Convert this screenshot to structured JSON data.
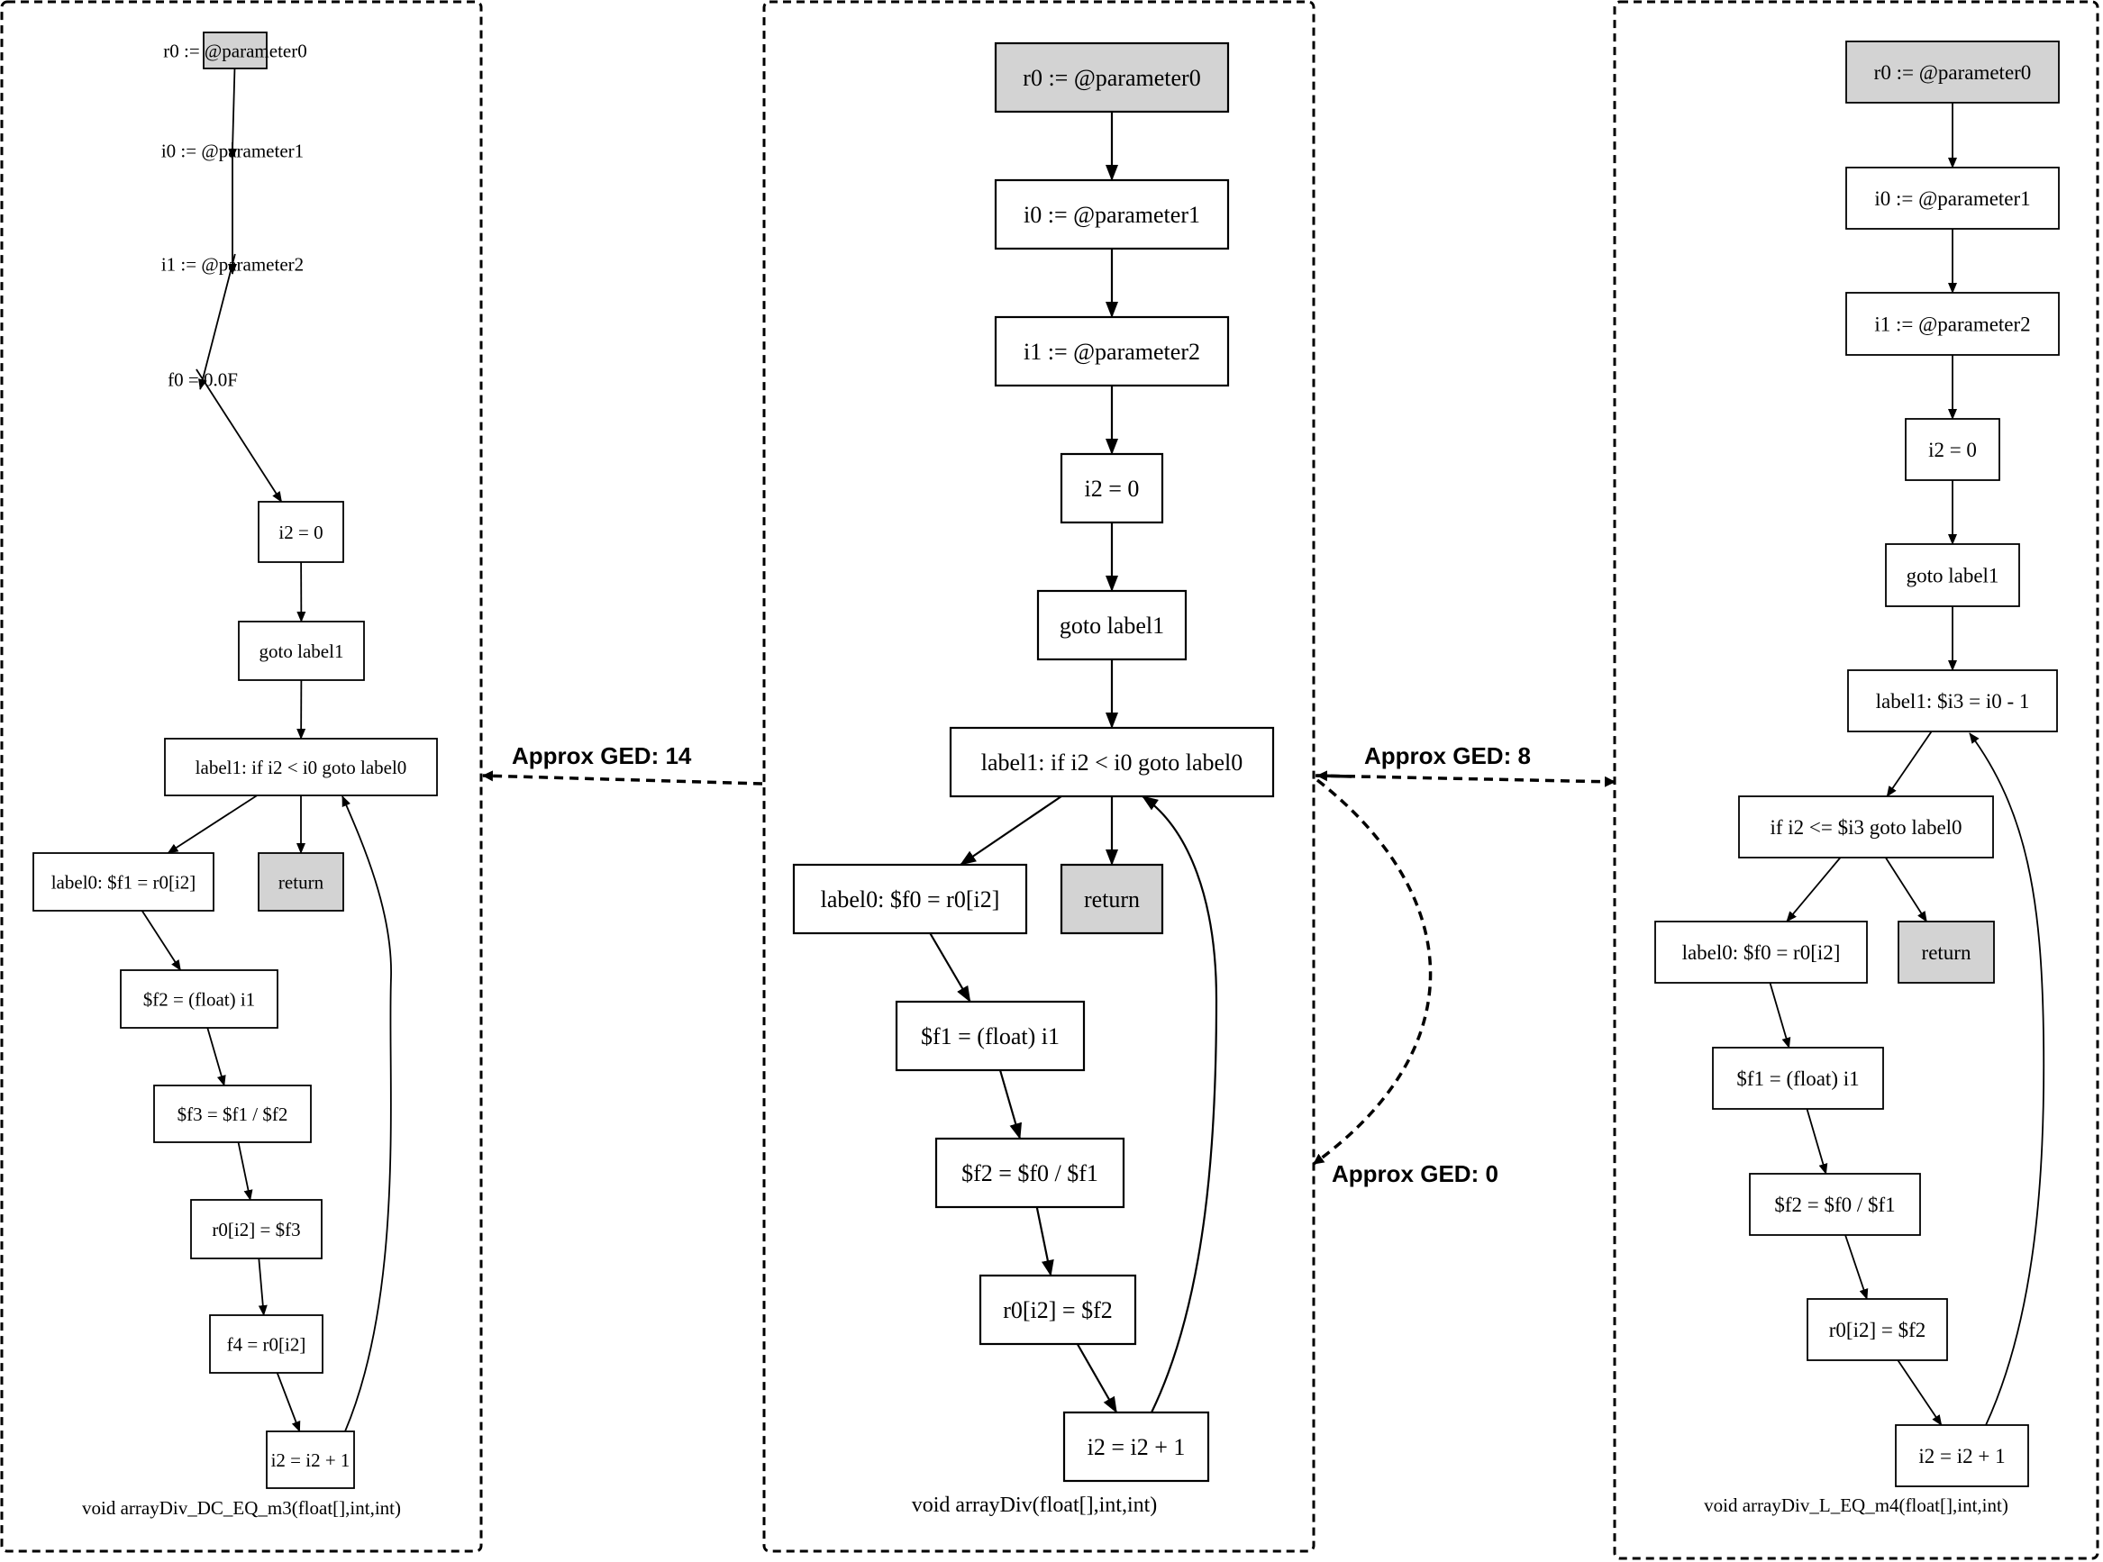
{
  "graphs": [
    {
      "id": "left",
      "caption": "void arrayDiv_DC_EQ_m3(float[],int,int)",
      "nodes": [
        {
          "id": "n0",
          "label": "r0 := @parameter0",
          "shaded": true
        },
        {
          "id": "n1",
          "label": "i0 := @parameter1",
          "shaded": false
        },
        {
          "id": "n2",
          "label": "i1 := @parameter2",
          "shaded": false
        },
        {
          "id": "n3",
          "label": "f0 = 0.0F",
          "shaded": false
        },
        {
          "id": "n4",
          "label": "i2 = 0",
          "shaded": false
        },
        {
          "id": "n5",
          "label": "goto label1",
          "shaded": false
        },
        {
          "id": "n6",
          "label": "label1: if i2 < i0 goto label0",
          "shaded": false
        },
        {
          "id": "n7",
          "label": "label0: $f1 = r0[i2]",
          "shaded": false
        },
        {
          "id": "n8",
          "label": "return",
          "shaded": true
        },
        {
          "id": "n9",
          "label": "$f2 = (float) i1",
          "shaded": false
        },
        {
          "id": "n10",
          "label": "$f3 = $f1 / $f2",
          "shaded": false
        },
        {
          "id": "n11",
          "label": "r0[i2] = $f3",
          "shaded": false
        },
        {
          "id": "n12",
          "label": "f4 = r0[i2]",
          "shaded": false
        },
        {
          "id": "n13",
          "label": "i2 = i2 + 1",
          "shaded": false
        }
      ],
      "edges": [
        [
          "n0",
          "n1"
        ],
        [
          "n1",
          "n2"
        ],
        [
          "n2",
          "n3"
        ],
        [
          "n3",
          "n4"
        ],
        [
          "n4",
          "n5"
        ],
        [
          "n5",
          "n6"
        ],
        [
          "n6",
          "n7"
        ],
        [
          "n6",
          "n8"
        ],
        [
          "n7",
          "n9"
        ],
        [
          "n9",
          "n10"
        ],
        [
          "n10",
          "n11"
        ],
        [
          "n11",
          "n12"
        ],
        [
          "n12",
          "n13"
        ],
        [
          "n13",
          "n6"
        ]
      ]
    },
    {
      "id": "center",
      "caption": "void arrayDiv(float[],int,int)",
      "nodes": [
        {
          "id": "c0",
          "label": "r0 := @parameter0",
          "shaded": true
        },
        {
          "id": "c1",
          "label": "i0 := @parameter1",
          "shaded": false
        },
        {
          "id": "c2",
          "label": "i1 := @parameter2",
          "shaded": false
        },
        {
          "id": "c3",
          "label": "i2 = 0",
          "shaded": false
        },
        {
          "id": "c4",
          "label": "goto label1",
          "shaded": false
        },
        {
          "id": "c5",
          "label": "label1: if i2 < i0 goto label0",
          "shaded": false
        },
        {
          "id": "c6",
          "label": "label0: $f0 = r0[i2]",
          "shaded": false
        },
        {
          "id": "c7",
          "label": "return",
          "shaded": true
        },
        {
          "id": "c8",
          "label": "$f1 = (float) i1",
          "shaded": false
        },
        {
          "id": "c9",
          "label": "$f2 = $f0 / $f1",
          "shaded": false
        },
        {
          "id": "c10",
          "label": "r0[i2] = $f2",
          "shaded": false
        },
        {
          "id": "c11",
          "label": "i2 = i2 + 1",
          "shaded": false
        }
      ],
      "edges": [
        [
          "c0",
          "c1"
        ],
        [
          "c1",
          "c2"
        ],
        [
          "c2",
          "c3"
        ],
        [
          "c3",
          "c4"
        ],
        [
          "c4",
          "c5"
        ],
        [
          "c5",
          "c6"
        ],
        [
          "c5",
          "c7"
        ],
        [
          "c6",
          "c8"
        ],
        [
          "c8",
          "c9"
        ],
        [
          "c9",
          "c10"
        ],
        [
          "c10",
          "c11"
        ],
        [
          "c11",
          "c5"
        ]
      ]
    },
    {
      "id": "right",
      "caption": "void arrayDiv_L_EQ_m4(float[],int,int)",
      "nodes": [
        {
          "id": "r0",
          "label": "r0 := @parameter0",
          "shaded": true
        },
        {
          "id": "r1",
          "label": "i0 := @parameter1",
          "shaded": false
        },
        {
          "id": "r2",
          "label": "i1 := @parameter2",
          "shaded": false
        },
        {
          "id": "r3",
          "label": "i2 = 0",
          "shaded": false
        },
        {
          "id": "r4",
          "label": "goto label1",
          "shaded": false
        },
        {
          "id": "r5",
          "label": "label1: $i3 = i0 - 1",
          "shaded": false
        },
        {
          "id": "r6",
          "label": "if i2 <= $i3 goto label0",
          "shaded": false
        },
        {
          "id": "r7",
          "label": "label0: $f0 = r0[i2]",
          "shaded": false
        },
        {
          "id": "r8",
          "label": "return",
          "shaded": true
        },
        {
          "id": "r9",
          "label": "$f1 = (float) i1",
          "shaded": false
        },
        {
          "id": "r10",
          "label": "$f2 = $f0 / $f1",
          "shaded": false
        },
        {
          "id": "r11",
          "label": "r0[i2] = $f2",
          "shaded": false
        },
        {
          "id": "r12",
          "label": "i2 = i2 + 1",
          "shaded": false
        }
      ],
      "edges": [
        [
          "r0",
          "r1"
        ],
        [
          "r1",
          "r2"
        ],
        [
          "r2",
          "r3"
        ],
        [
          "r3",
          "r4"
        ],
        [
          "r4",
          "r5"
        ],
        [
          "r5",
          "r6"
        ],
        [
          "r6",
          "r7"
        ],
        [
          "r6",
          "r8"
        ],
        [
          "r7",
          "r9"
        ],
        [
          "r9",
          "r10"
        ],
        [
          "r10",
          "r11"
        ],
        [
          "r11",
          "r12"
        ],
        [
          "r12",
          "r5"
        ]
      ]
    }
  ],
  "comparisons": [
    {
      "id": "left",
      "label": "Approx GED: 14"
    },
    {
      "id": "right",
      "label": "Approx GED: 8"
    },
    {
      "id": "self",
      "label": "Approx GED: 0"
    }
  ],
  "colors": {
    "shaded_fill": "#d3d3d3",
    "node_fill": "#ffffff",
    "stroke": "#000000"
  }
}
